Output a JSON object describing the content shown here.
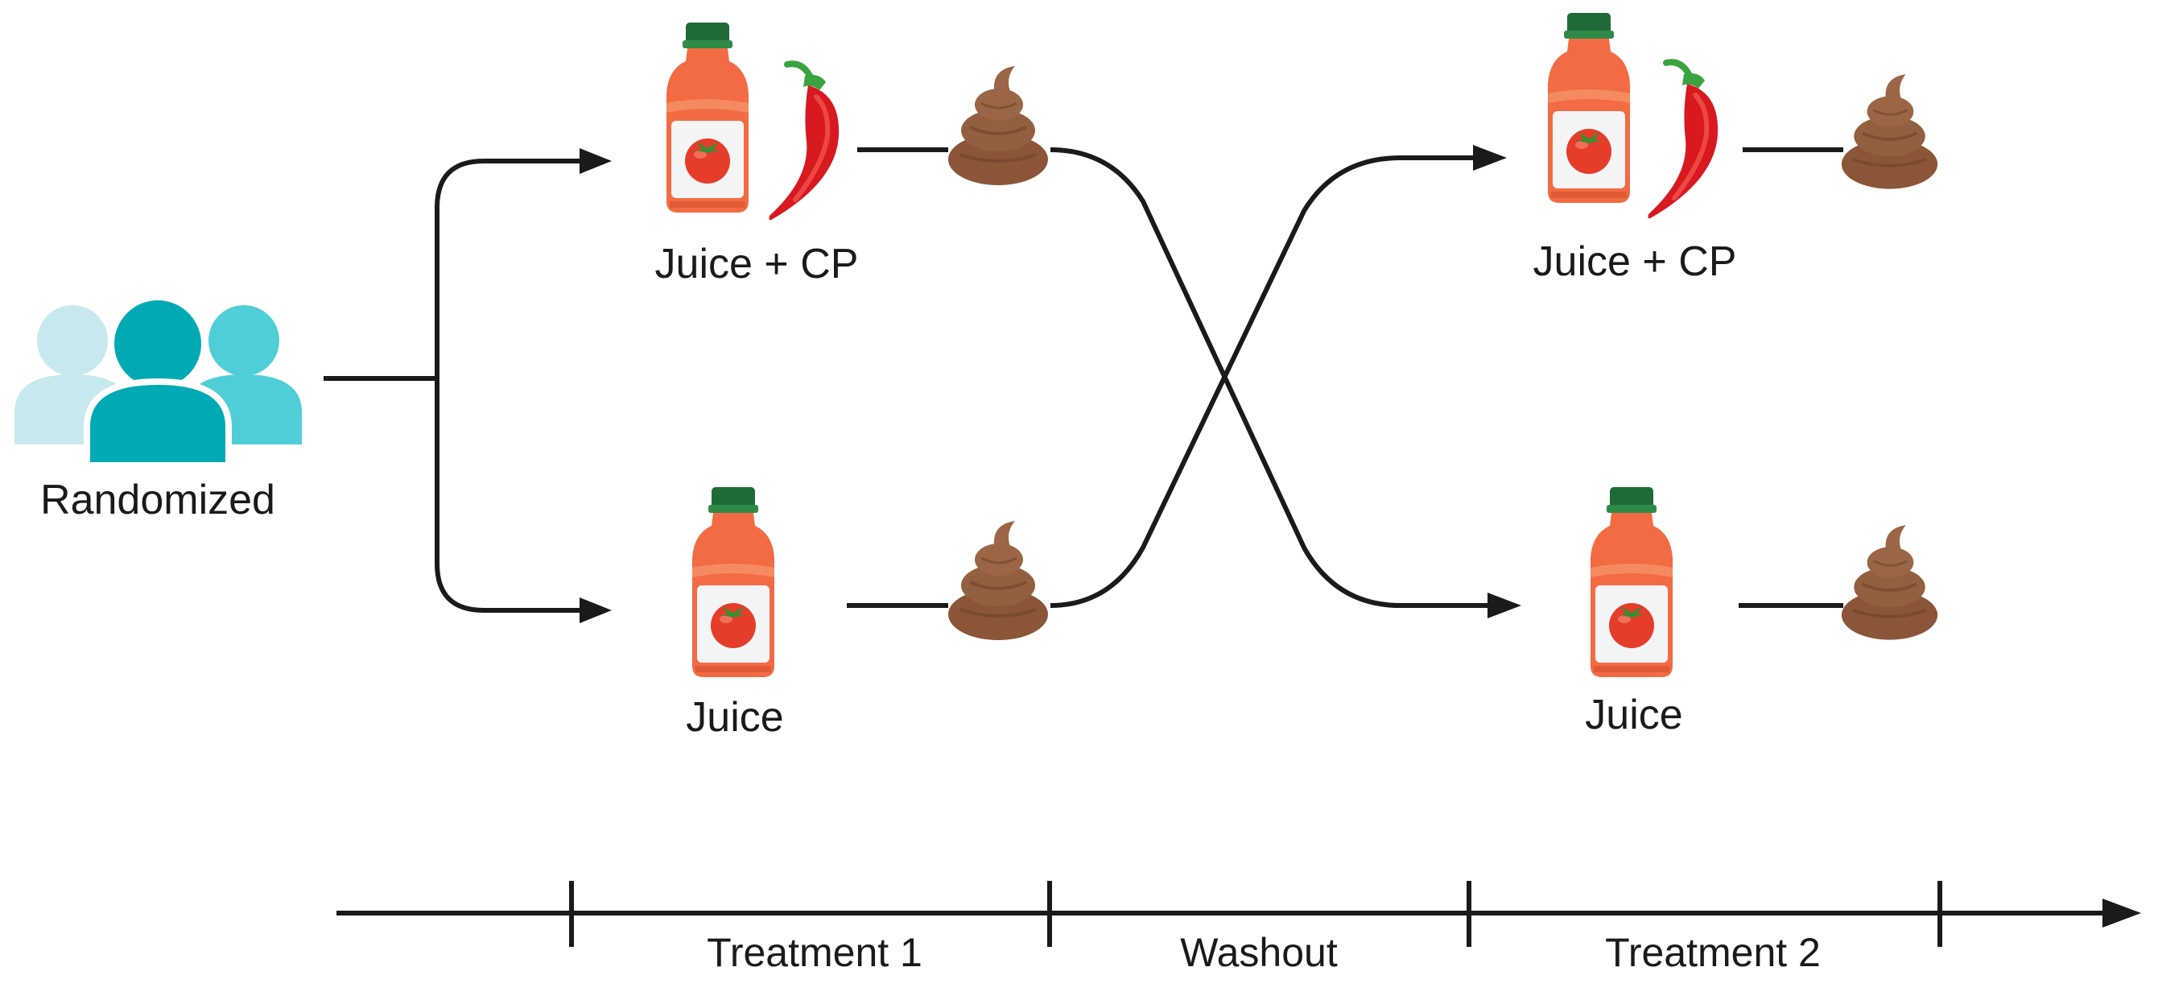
{
  "labels": {
    "randomized": "Randomized",
    "juice_cp_1": "Juice + CP",
    "juice_1": "Juice",
    "juice_cp_2": "Juice + CP",
    "juice_2": "Juice"
  },
  "timeline": {
    "phases": [
      "Treatment 1",
      "Washout",
      "Treatment 2"
    ]
  },
  "icons": {
    "group": "people-group-icon",
    "bottle": "tomato-juice-bottle-icon",
    "pepper": "chili-pepper-icon",
    "stool": "stool-sample-icon"
  },
  "colors": {
    "line": "#1a1a1a",
    "people_light": "#c7e9ed",
    "people_mid": "#4fcfd5",
    "people_dark": "#00aab4",
    "juice": "#f26b43",
    "cap": "#1f6b37",
    "tomato": "#e53d2a",
    "pepper": "#d81920",
    "stool": "#8a5637"
  }
}
